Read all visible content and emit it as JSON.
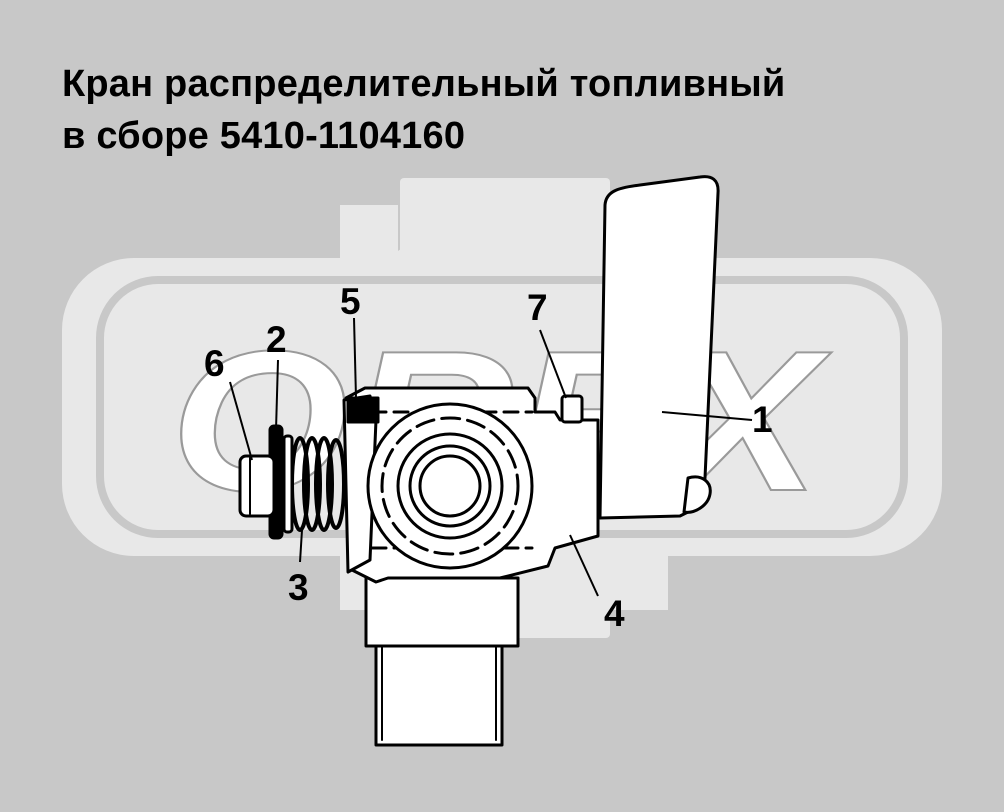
{
  "title": {
    "line1": "Кран распределительный топливный",
    "line2": "в сборе 5410-1104160"
  },
  "watermark": {
    "text": "ORЕX"
  },
  "callouts": [
    "1",
    "2",
    "3",
    "4",
    "5",
    "6",
    "7"
  ],
  "colors": {
    "background": "#c8c8c8",
    "watermark_fill": "#e8e8e8",
    "part_fill": "#ffffff",
    "outline": "#000000"
  }
}
